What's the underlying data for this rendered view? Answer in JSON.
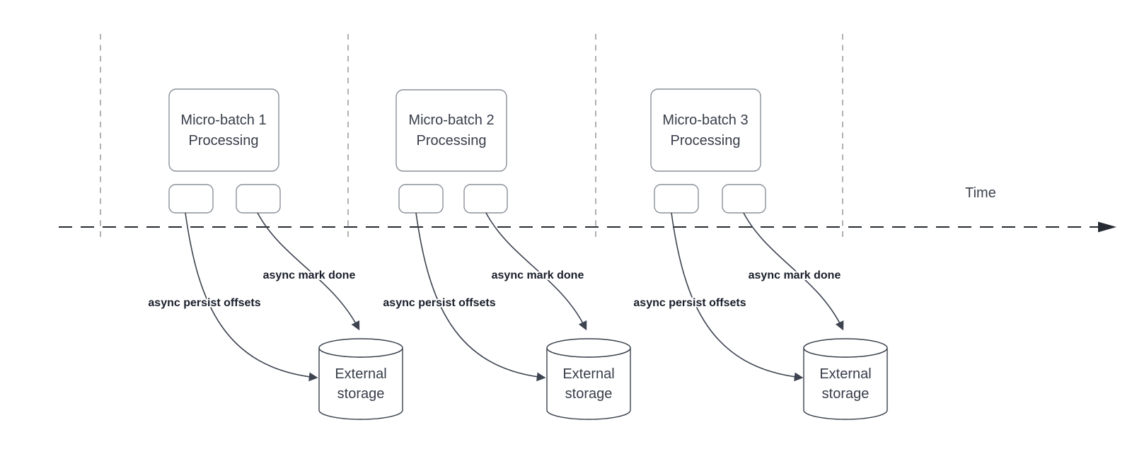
{
  "diagram": {
    "time_label": "Time",
    "colors": {
      "guide_line": "#b1b1b5",
      "axis_line": "#262b33",
      "node_border": "#8a9099",
      "arrow": "#3d4450",
      "cylinder_border": "#3a414d",
      "node_text": "#373d49",
      "async_label_text": "#181e2a"
    },
    "groups": [
      {
        "title_line1": "Micro-batch 1",
        "title_line2": "Processing",
        "persist_label": "async persist offsets",
        "done_label": "async mark done",
        "storage_line1": "External",
        "storage_line2": "storage"
      },
      {
        "title_line1": "Micro-batch 2",
        "title_line2": "Processing",
        "persist_label": "async persist offsets",
        "done_label": "async mark done",
        "storage_line1": "External",
        "storage_line2": "storage"
      },
      {
        "title_line1": "Micro-batch 3",
        "title_line2": "Processing",
        "persist_label": "async persist offsets",
        "done_label": "async mark done",
        "storage_line1": "External",
        "storage_line2": "storage"
      }
    ]
  }
}
